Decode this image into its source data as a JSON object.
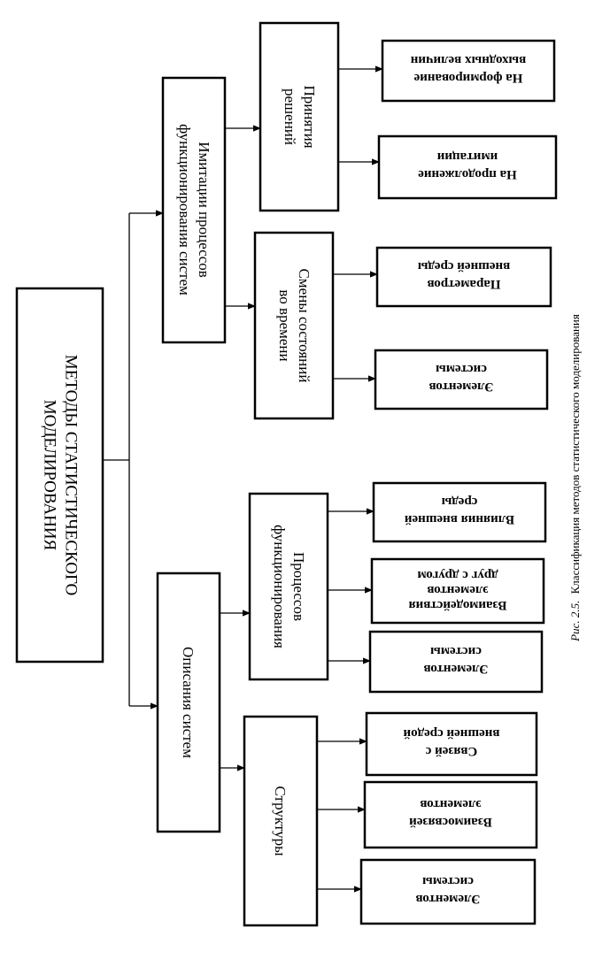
{
  "diagram": {
    "root": {
      "line1": "МЕТОДЫ СТАТИСТИЧЕСКОГО",
      "line2": "МОДЕЛИРОВАНИЯ"
    },
    "branch_imitation": {
      "line1": "Имитации процессов",
      "line2": "функционирования систем",
      "decisions": {
        "line1": "Принятия",
        "line2": "решений",
        "leaf_forming": {
          "line1": "На формирование",
          "line2": "выходных величин"
        },
        "leaf_continue": {
          "line1": "На продолжение",
          "line2": "имитации"
        }
      },
      "state_changes": {
        "line1": "Смены состояний",
        "line2": "во времени",
        "leaf_params": {
          "line1": "Параметров",
          "line2": "внешней среды"
        },
        "leaf_elements": {
          "line1": "Элементов",
          "line2": "системы"
        }
      }
    },
    "branch_description": {
      "label": "Описания систем",
      "processes": {
        "line1": "Процессов",
        "line2": "функционирования",
        "leaf_influence": {
          "line1": "Влияния внешней",
          "line2": "среды"
        },
        "leaf_interaction": {
          "line1": "Взаимодействия",
          "line2": "элементов",
          "line3": "друг с другом"
        },
        "leaf_elements": {
          "line1": "Элементов",
          "line2": "системы"
        }
      },
      "structures": {
        "label": "Структуры",
        "leaf_env_links": {
          "line1": "Связей с",
          "line2": "внешней средой"
        },
        "leaf_mutual_links": {
          "line1": "Взаимосвязей",
          "line2": "элементов"
        },
        "leaf_elements": {
          "line1": "Элементов",
          "line2": "системы"
        }
      }
    }
  },
  "caption": {
    "number": "Рис. 2.5.",
    "text": "Классификация методов статистического моделирования"
  }
}
